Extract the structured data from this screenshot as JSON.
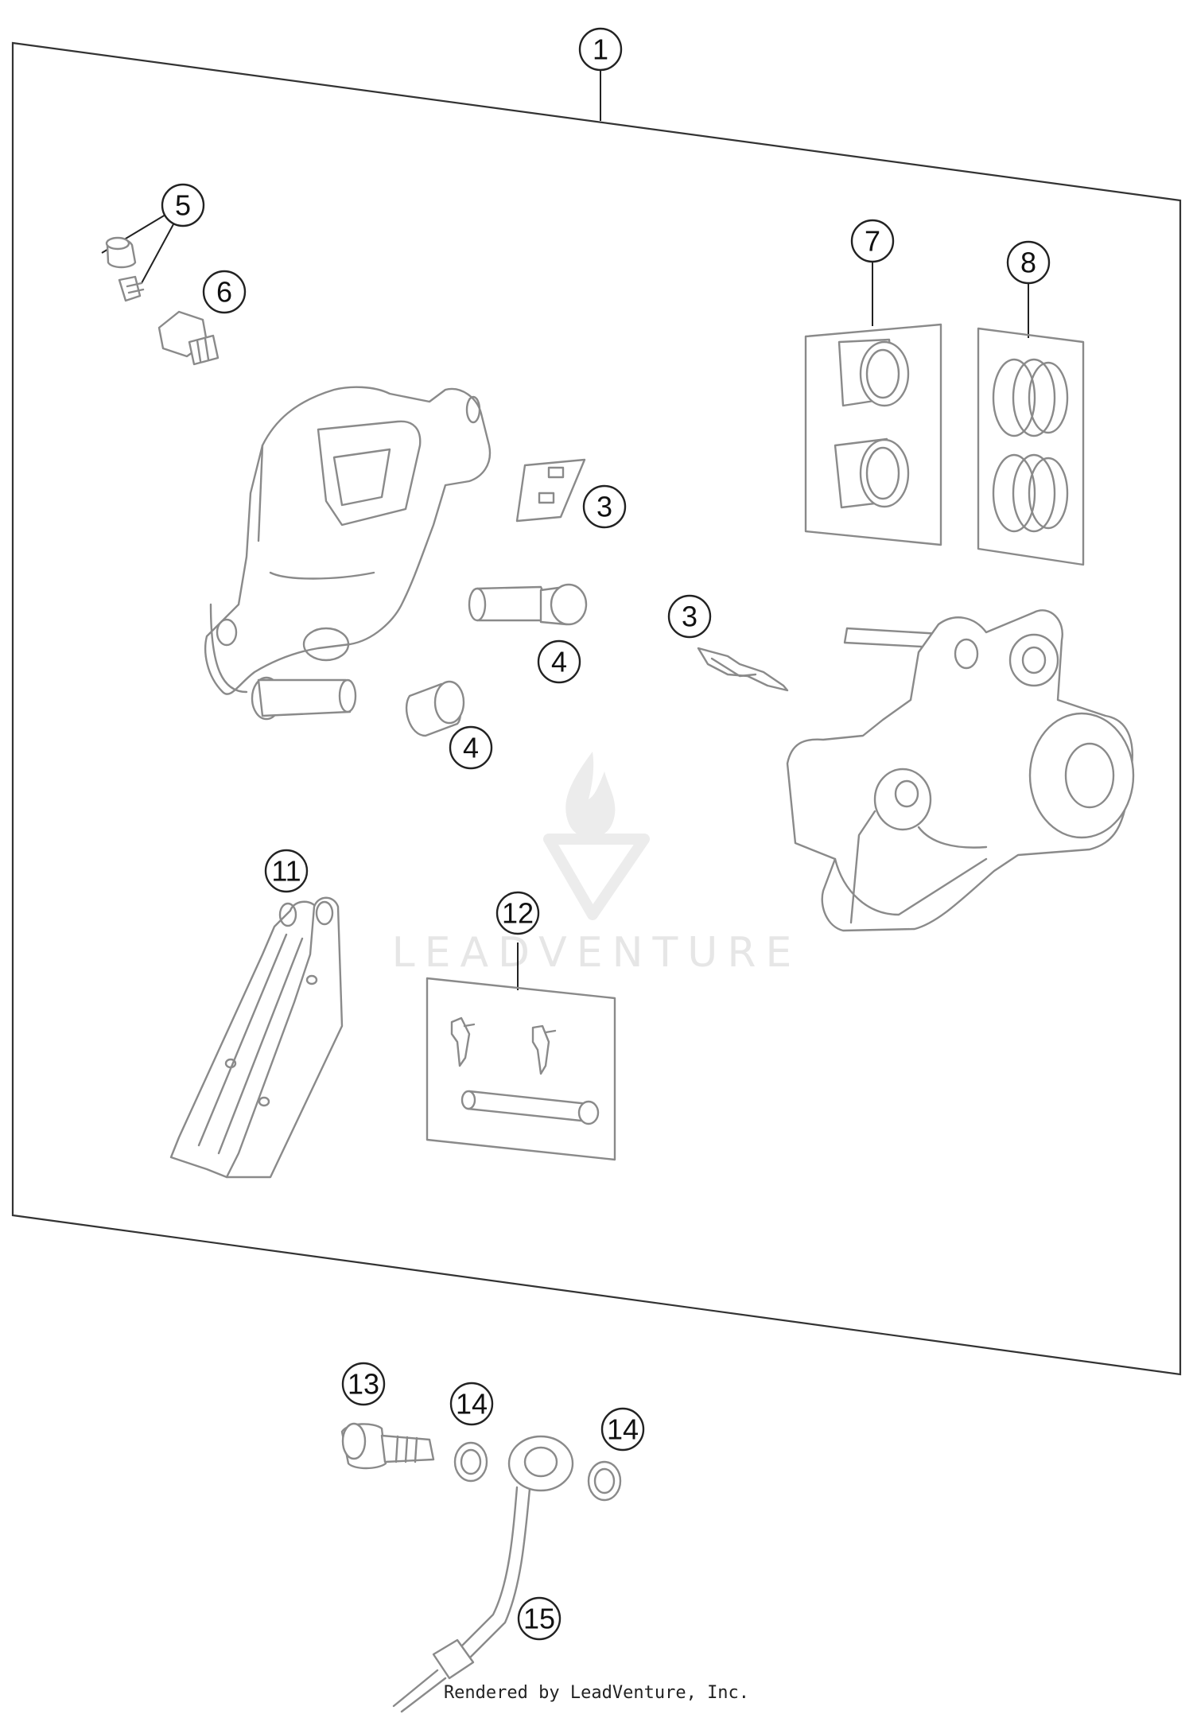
{
  "callouts": [
    {
      "id": "c1",
      "label": "1"
    },
    {
      "id": "c5",
      "label": "5"
    },
    {
      "id": "c6",
      "label": "6"
    },
    {
      "id": "c7",
      "label": "7"
    },
    {
      "id": "c8",
      "label": "8"
    },
    {
      "id": "c3a",
      "label": "3"
    },
    {
      "id": "c3b",
      "label": "3"
    },
    {
      "id": "c4a",
      "label": "4"
    },
    {
      "id": "c4b",
      "label": "4"
    },
    {
      "id": "c11",
      "label": "11"
    },
    {
      "id": "c12",
      "label": "12"
    },
    {
      "id": "c13",
      "label": "13"
    },
    {
      "id": "c14a",
      "label": "14"
    },
    {
      "id": "c14b",
      "label": "14"
    },
    {
      "id": "c15",
      "label": "15"
    }
  ],
  "watermark": {
    "text": "LEADVENTURE"
  },
  "footer": {
    "text": "Rendered by LeadVenture, Inc."
  },
  "colors": {
    "line": "#8a8a8a",
    "ink": "#222222",
    "watermark": "#e6e6e6"
  }
}
